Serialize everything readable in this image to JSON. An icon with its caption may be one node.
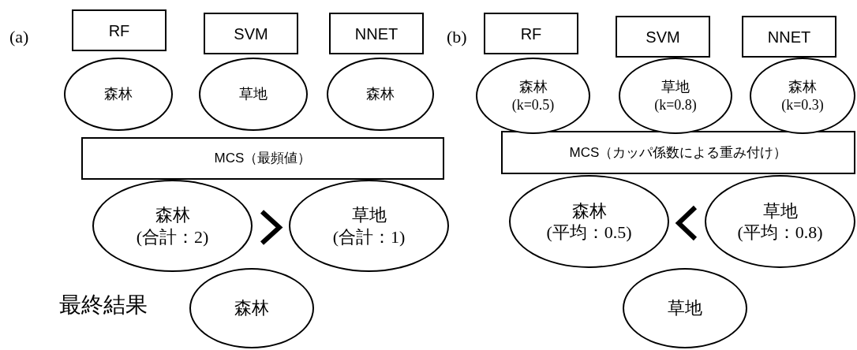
{
  "diagram": {
    "nodes": [
      {
        "text": [
          "RF"
        ]
      },
      {
        "text": [
          "SVM"
        ]
      },
      {
        "text": [
          "NNET"
        ]
      },
      {
        "text": [
          "森林"
        ]
      },
      {
        "text": [
          "草地"
        ]
      },
      {
        "text": [
          "森林"
        ]
      },
      {
        "text": [
          "MCS（最頻値）"
        ]
      },
      {
        "text": [
          "森林",
          "(合計：2)"
        ]
      },
      {
        "text": [
          "草地",
          "(合計：1)"
        ]
      },
      {
        "text": [
          "森林"
        ]
      },
      {
        "text": [
          "RF"
        ]
      },
      {
        "text": [
          "SVM"
        ]
      },
      {
        "text": [
          "NNET"
        ]
      },
      {
        "text": [
          "森林",
          "(k=0.5)"
        ]
      },
      {
        "text": [
          "草地",
          "(k=0.8)"
        ]
      },
      {
        "text": [
          "森林",
          "(k=0.3)"
        ]
      },
      {
        "text": [
          "MCS（カッパ係数による重み付け）"
        ]
      },
      {
        "text": [
          "森林",
          "(平均：0.5)"
        ]
      },
      {
        "text": [
          "草地",
          "(平均：0.8)"
        ]
      },
      {
        "text": [
          "草地"
        ]
      }
    ],
    "edges": [
      {
        "from": 7,
        "to": 8,
        "arrow": "to"
      },
      {
        "from": 18,
        "to": 17,
        "arrow": "to"
      }
    ],
    "labels": [
      "(a)",
      "(b)",
      "最終結果"
    ]
  }
}
